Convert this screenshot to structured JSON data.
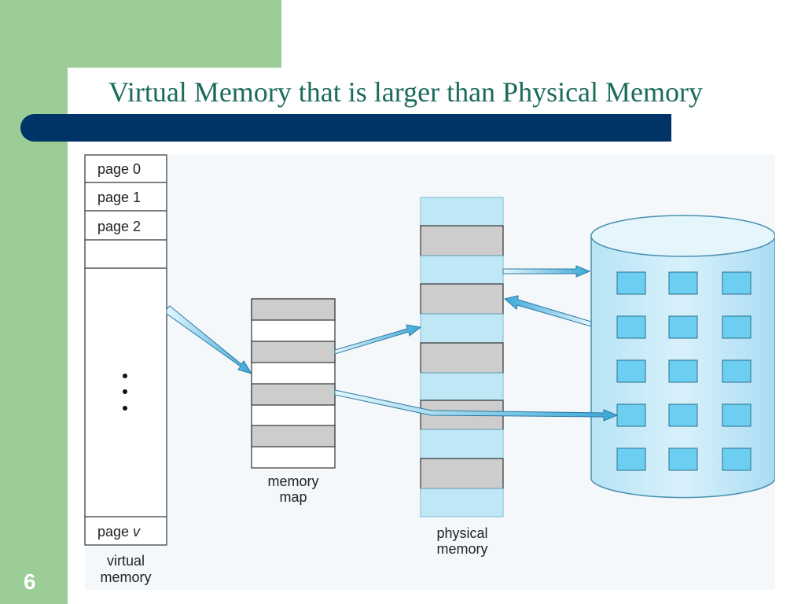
{
  "slide": {
    "title": "Virtual Memory that is larger than Physical Memory",
    "number": "6"
  },
  "diagram": {
    "virtual_memory": {
      "pages": [
        "page 0",
        "page 1",
        "page 2"
      ],
      "last_page_prefix": "page ",
      "last_page_var": "v",
      "label_line1": "virtual",
      "label_line2": "memory"
    },
    "memory_map": {
      "label_line1": "memory",
      "label_line2": "map"
    },
    "physical_memory": {
      "label_line1": "physical",
      "label_line2": "memory"
    }
  },
  "colors": {
    "sidebar_green": "#9dcd97",
    "title_bar": "#003366",
    "title_text": "#1b6b5c",
    "frame_light_blue": "#bfe7f6",
    "frame_gray": "#cdcdcd",
    "disk_block": "#6ccff2",
    "arrow": "#3aa8d8"
  }
}
